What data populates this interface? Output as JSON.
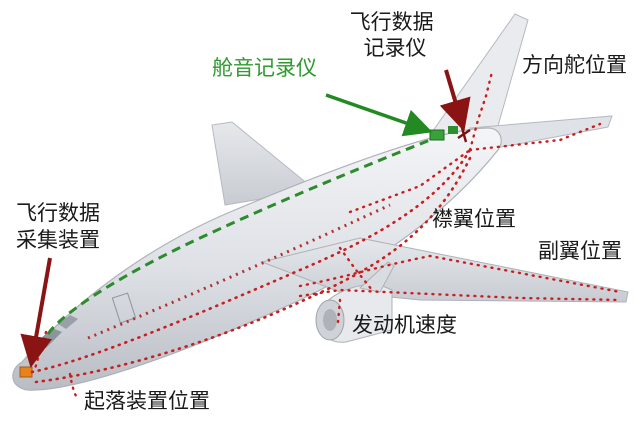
{
  "labels": {
    "fdr": [
      "飞行数据",
      "记录仪"
    ],
    "cvr": "舱音记录仪",
    "rudder": "方向舵位置",
    "flap": "襟翼位置",
    "aileron": "副翼位置",
    "engine": "发动机速度",
    "gear": "起落装置位置",
    "fdau": [
      "飞行数据",
      "采集装置"
    ]
  },
  "colors": {
    "data_wire": "#c81e1e",
    "audio_wire": "#2d8a2d",
    "callout_arrow_red": "#8a1414",
    "callout_arrow_green": "#238a23"
  }
}
